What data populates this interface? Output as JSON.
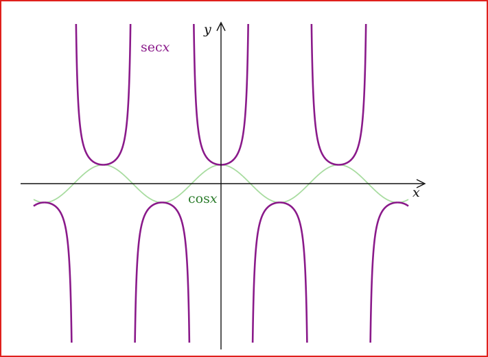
{
  "chart_data": {
    "type": "line",
    "title": "",
    "xlabel": "x",
    "ylabel": "y",
    "xlim": [
      -10.0,
      10.0
    ],
    "ylim": [
      -8.0,
      8.0
    ],
    "grid": false,
    "legend": "none",
    "series": [
      {
        "name": "secx",
        "function": "1/cos(x)",
        "color": "#8a1a8a",
        "annotation": {
          "text": "sec",
          "var": "x"
        }
      },
      {
        "name": "cosx",
        "function": "cos(x)",
        "color": "#a8dca0",
        "annotation": {
          "text": "cos",
          "var": "x"
        },
        "annotation_color": "#2d7d2d"
      }
    ]
  }
}
